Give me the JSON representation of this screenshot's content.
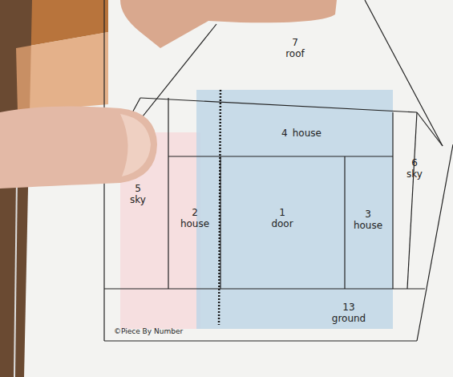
{
  "diagram": {
    "nodes": [
      {
        "text": [
          "7",
          "roof"
        ]
      },
      {
        "text": [
          "4",
          "house"
        ]
      },
      {
        "text": [
          "6",
          "sky"
        ]
      },
      {
        "text": [
          "5",
          "sky"
        ]
      },
      {
        "text": [
          "2",
          "house"
        ]
      },
      {
        "text": [
          "1",
          "door"
        ]
      },
      {
        "text": [
          "3",
          "house"
        ]
      },
      {
        "text": [
          "13",
          "ground"
        ]
      }
    ],
    "labels": [
      "©Piece By Number"
    ]
  }
}
